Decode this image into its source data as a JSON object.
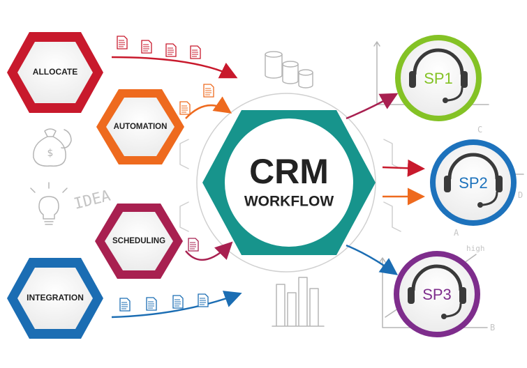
{
  "colors": {
    "allocate": "#c8192c",
    "automation": "#ee6a1e",
    "scheduling": "#a82050",
    "integration": "#1b6db3",
    "crm": "#17948c",
    "sp1": "#84c225",
    "sp2": "#1d72bc",
    "sp3": "#7e2d8c",
    "text_dark": "#1a1a1a"
  },
  "inputs": {
    "allocate": "ALLOCATE",
    "automation": "AUTOMATION",
    "scheduling": "SCHEDULING",
    "integration": "INTEGRATION"
  },
  "center": {
    "title": "CRM",
    "subtitle": "WORKFLOW"
  },
  "outputs": {
    "sp1": "SP1",
    "sp2": "SP2",
    "sp3": "SP3"
  },
  "icons": {
    "input_doc": "document-icon",
    "headset": "headset-icon",
    "bulb": "lightbulb-icon",
    "money": "money-bag-icon",
    "database": "database-icon",
    "bars": "bar-chart-icon",
    "gear": "gear-icon"
  },
  "sketch_text": {
    "idea": "IDEA",
    "high": "high",
    "axis_b": "B",
    "axis_c": "C",
    "axis_a": "A",
    "axis_d": "D"
  }
}
